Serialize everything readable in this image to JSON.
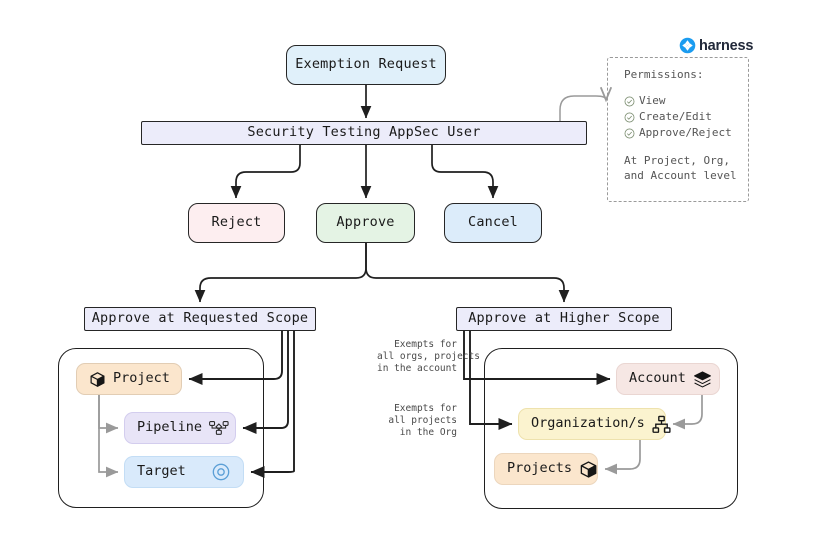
{
  "brand": {
    "name": "harness",
    "accent": "#1b9cf0",
    "text_color": "#22293a"
  },
  "nodes": {
    "exemption_request": "Exemption Request",
    "user": "Security Testing AppSec User",
    "reject": "Reject",
    "approve": "Approve",
    "cancel": "Cancel",
    "scope_requested": "Approve at Requested Scope",
    "scope_higher": "Approve at Higher Scope"
  },
  "requested_scope": {
    "items": [
      {
        "label": "Project",
        "icon": "cube-icon",
        "icon_side": "left",
        "color": "#fbe6cd"
      },
      {
        "label": "Pipeline",
        "icon": "pipeline-nodes-icon",
        "icon_side": "right",
        "color": "#e8e4f7"
      },
      {
        "label": "Target",
        "icon": "target-circles-icon",
        "icon_side": "right",
        "color": "#d9eafb"
      }
    ]
  },
  "higher_scope": {
    "items": [
      {
        "label": "Account",
        "icon": "layers-icon",
        "icon_side": "right",
        "color": "#f6e7e4"
      },
      {
        "label": "Organization/s",
        "icon": "org-hierarchy-icon",
        "icon_side": "right",
        "color": "#fbf3cf"
      },
      {
        "label": "Projects",
        "icon": "cube-icon",
        "icon_side": "right",
        "color": "#fbe6cd"
      }
    ]
  },
  "edge_labels": {
    "account_scope": "Exempts for\nall orgs, projects\nin the account",
    "org_scope": "Exempts for\nall projects\nin the Org"
  },
  "permissions": {
    "title": "Permissions:",
    "items": [
      "View",
      "Create/Edit",
      "Approve/Reject"
    ],
    "footer": "At Project, Org,\nand Account level"
  },
  "colors": {
    "exemption": "#e0f0fa",
    "user_bar": "#ececfa",
    "reject": "#fdeef0",
    "approve": "#e4f3e4",
    "cancel": "#dcecfa",
    "scope_bar": "#ececfa",
    "stroke": "#262626",
    "gray_edge": "#9a9a9a"
  }
}
